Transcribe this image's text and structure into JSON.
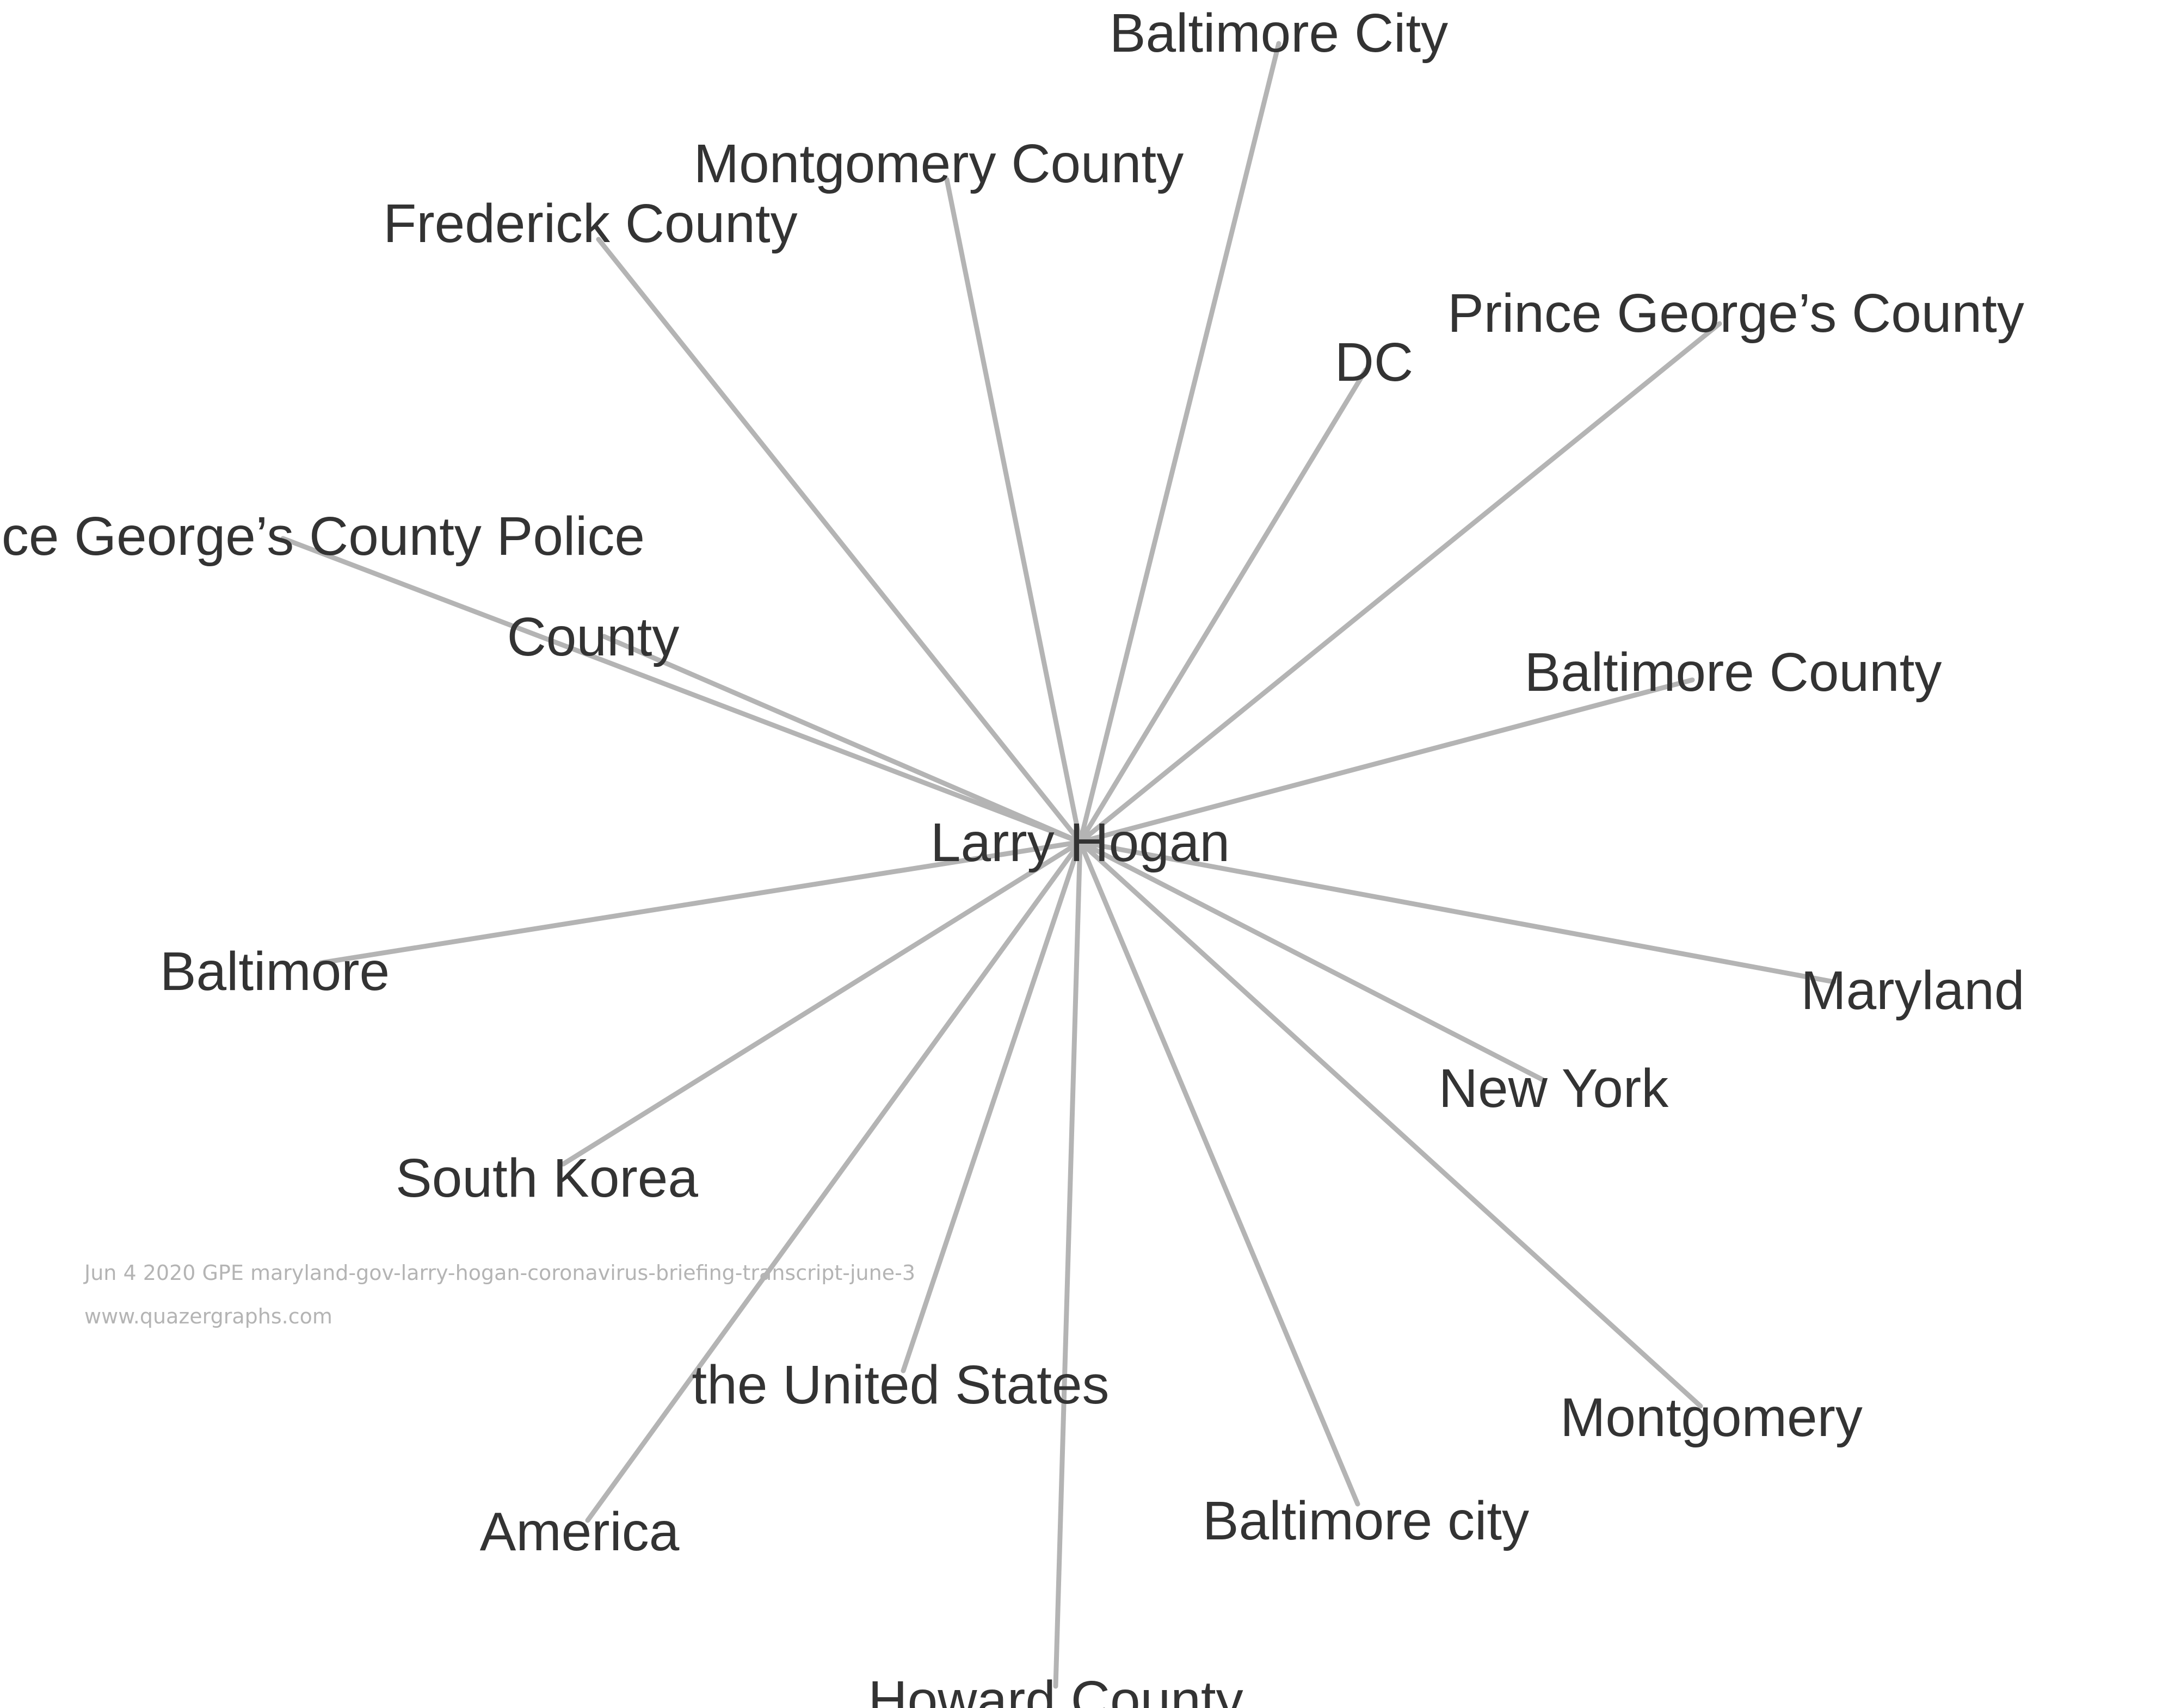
{
  "diagram": {
    "center": {
      "id": "larry-hogan",
      "label": "Larry Hogan"
    },
    "nodes": [
      {
        "id": "baltimore-city-upper",
        "label": "Baltimore City"
      },
      {
        "id": "montgomery-county",
        "label": "Montgomery County"
      },
      {
        "id": "frederick-county",
        "label": "Frederick County"
      },
      {
        "id": "dc",
        "label": "DC"
      },
      {
        "id": "prince-georges-county",
        "label": "Prince George’s County"
      },
      {
        "id": "prince-georges-county-police",
        "label": "Prince George’s County Police"
      },
      {
        "id": "county",
        "label": "County"
      },
      {
        "id": "baltimore-county",
        "label": "Baltimore County"
      },
      {
        "id": "baltimore",
        "label": "Baltimore"
      },
      {
        "id": "maryland",
        "label": "Maryland"
      },
      {
        "id": "new-york",
        "label": "New York"
      },
      {
        "id": "south-korea",
        "label": "South Korea"
      },
      {
        "id": "the-united-states",
        "label": "the United States"
      },
      {
        "id": "montgomery",
        "label": "Montgomery"
      },
      {
        "id": "america",
        "label": "America"
      },
      {
        "id": "baltimore-city-lower",
        "label": "Baltimore city"
      },
      {
        "id": "howard-county",
        "label": "Howard County"
      }
    ],
    "edges": [
      [
        "larry-hogan",
        "baltimore-city-upper"
      ],
      [
        "larry-hogan",
        "montgomery-county"
      ],
      [
        "larry-hogan",
        "frederick-county"
      ],
      [
        "larry-hogan",
        "dc"
      ],
      [
        "larry-hogan",
        "prince-georges-county"
      ],
      [
        "larry-hogan",
        "prince-georges-county-police"
      ],
      [
        "larry-hogan",
        "county"
      ],
      [
        "larry-hogan",
        "baltimore-county"
      ],
      [
        "larry-hogan",
        "baltimore"
      ],
      [
        "larry-hogan",
        "maryland"
      ],
      [
        "larry-hogan",
        "new-york"
      ],
      [
        "larry-hogan",
        "south-korea"
      ],
      [
        "larry-hogan",
        "the-united-states"
      ],
      [
        "larry-hogan",
        "montgomery"
      ],
      [
        "larry-hogan",
        "america"
      ],
      [
        "larry-hogan",
        "baltimore-city-lower"
      ],
      [
        "larry-hogan",
        "howard-county"
      ]
    ],
    "colors": {
      "edge": "#b4b4b4",
      "label": "#333333",
      "caption": "#b4b4b4"
    }
  },
  "caption": {
    "source": "Jun 4 2020 GPE maryland-gov-larry-hogan-coronavirus-briefing-transcript-june-3",
    "site": "www.quazergraphs.com"
  }
}
